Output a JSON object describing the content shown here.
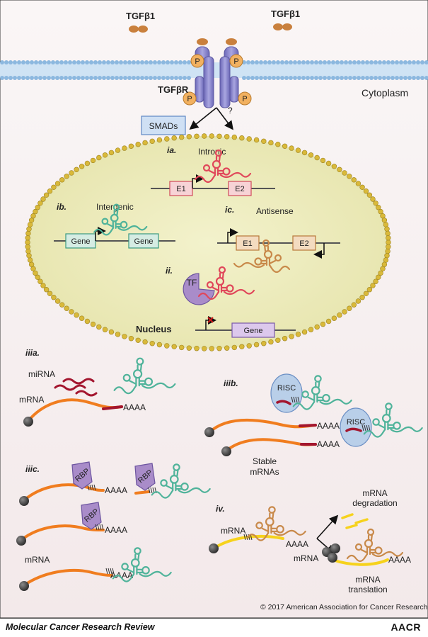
{
  "labels": {
    "ligand_left": "TGFβ1",
    "ligand_right": "TGFβ1",
    "receptor": "TGFβR",
    "phospho": "P",
    "cytoplasm": "Cytoplasm",
    "smads": "SMADs",
    "question": "?",
    "nucleus": "Nucleus",
    "intronic": "Intronic",
    "intergenic": "Intergenic",
    "antisense": "Antisense",
    "exon1": "E1",
    "exon2": "E2",
    "gene": "Gene",
    "tf": "TF",
    "mirna": "miRNA",
    "mrna": "mRNA",
    "polya": "AAAA",
    "risc": "RISC",
    "rbp": "RBP",
    "stable_mrnas_line1": "Stable",
    "stable_mrnas_line2": "mRNAs",
    "degradation_line1": "mRNA",
    "degradation_line2": "degradation",
    "translation_line1": "mRNA",
    "translation_line2": "translation"
  },
  "panels": {
    "ia": "ia.",
    "ib": "ib.",
    "ic": "ic.",
    "ii": "ii.",
    "iiia": "iiia.",
    "iiib": "iiib.",
    "iiic": "iiic.",
    "iv": "iv."
  },
  "copyright": "© 2017 American Association for Cancer Research",
  "footer": {
    "journal": "Molecular Cancer Research Review",
    "publisher": "AACR"
  },
  "colors": {
    "orange_mrna": "#f07d1f",
    "yellow_mrna": "#f6d21c",
    "lnc_green": "#4fb39a",
    "lnc_red": "#e0475a",
    "lnc_brown": "#c8894a",
    "mirna": "#a3152e",
    "receptor": "#8a86cf",
    "phospho": "#f2b160",
    "nucleus_fill": "#ecebb9",
    "risc_fill": "#b9cfe9",
    "rbp_fill": "#a98cc9"
  }
}
